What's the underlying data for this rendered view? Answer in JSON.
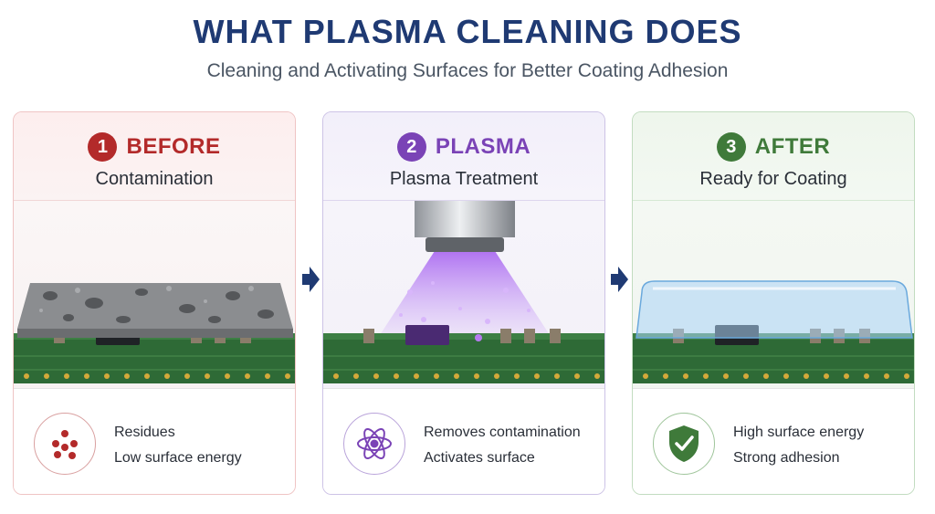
{
  "title": "WHAT PLASMA CLEANING DOES",
  "subtitle": "Cleaning and Activating Surfaces for Better Coating Adhesion",
  "colors": {
    "title": "#1f3a73",
    "before": "#b32a2a",
    "plasma": "#7a43b6",
    "after": "#3f7a3a",
    "pcb": "#2e6a36",
    "plasma_glow": "#b77cf0"
  },
  "panels": [
    {
      "number": "1",
      "label": "BEFORE",
      "subtitle": "Contamination",
      "icon": "residue-dots-icon",
      "lines": [
        "Residues",
        "Low surface energy"
      ]
    },
    {
      "number": "2",
      "label": "PLASMA",
      "subtitle": "Plasma Treatment",
      "icon": "atom-icon",
      "lines": [
        "Removes contamination",
        "Activates surface"
      ]
    },
    {
      "number": "3",
      "label": "AFTER",
      "subtitle": "Ready for Coating",
      "icon": "shield-check-icon",
      "lines": [
        "High surface energy",
        "Strong adhesion"
      ]
    }
  ],
  "connectors": [
    "arrow-right-icon",
    "arrow-right-icon"
  ]
}
